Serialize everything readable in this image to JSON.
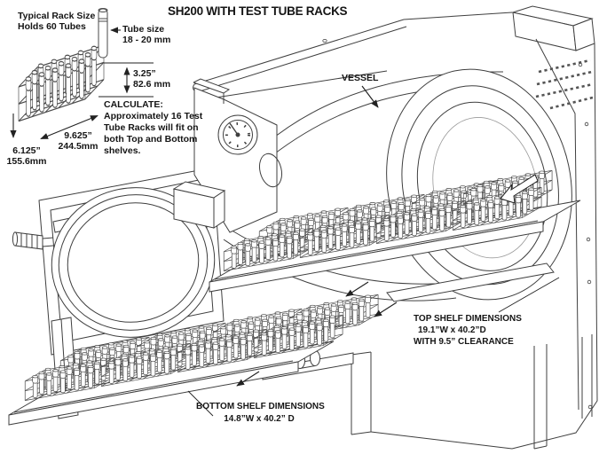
{
  "title": "SH200 WITH TEST TUBE RACKS",
  "notes": {
    "rack_size_line1": "Typical Rack Size",
    "rack_size_line2": "Holds 60 Tubes",
    "tube_size_line1": "Tube size",
    "tube_size_line2": "18 - 20 mm",
    "calculate_heading": "CALCULATE:",
    "calculate_body_lines": [
      "Approximately 16 Test",
      "Tube Racks will fit on",
      "both Top and Bottom",
      "shelves."
    ]
  },
  "dimensions": {
    "rack_height_in": "3.25”",
    "rack_height_mm": "82.6 mm",
    "rack_depth_in": "9.625”",
    "rack_depth_mm": "244.5mm",
    "rack_width_in": "6.125”",
    "rack_width_mm": "155.6mm"
  },
  "callouts": {
    "vessel": "VESSEL",
    "top_shelf_line1": "TOP SHELF DIMENSIONS",
    "top_shelf_line2": "19.1”W x 40.2”D",
    "top_shelf_line3": "WITH 9.5” CLEARANCE",
    "bottom_shelf_line1": "BOTTOM SHELF DIMENSIONS",
    "bottom_shelf_line2": "14.8”W x 40.2” D"
  },
  "art": {
    "line_color": "#3f3f3f",
    "rack_line_color": "#4a4a4a",
    "background": "#ffffff",
    "text_color": "#151515"
  }
}
